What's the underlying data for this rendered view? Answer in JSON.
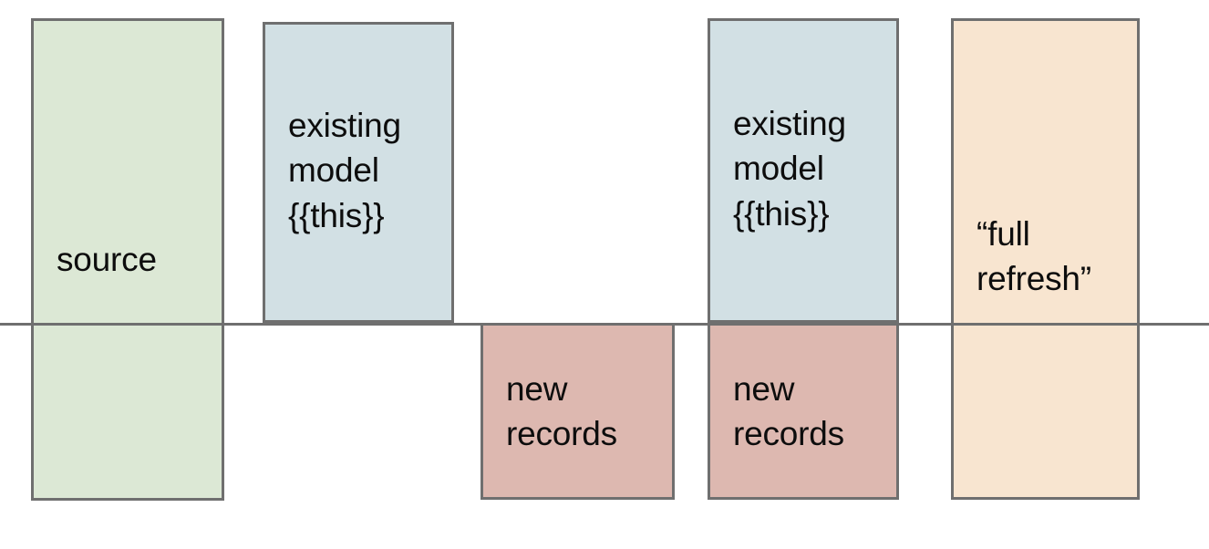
{
  "diagram": {
    "title": "incremental model full refresh diagram",
    "baseline": {
      "name": "horizontal-divider-line",
      "color": "#6f6f6f"
    },
    "palette": {
      "source_fill": "#dce8d5",
      "existing_model_fill": "#d2e0e4",
      "new_records_fill": "#ddb8b0",
      "full_refresh_fill": "#f8e5d0",
      "stroke": "#6f6f6f",
      "text": "#0d0d0d",
      "background": "#ffffff"
    },
    "boxes": [
      {
        "id": "source",
        "label": "source",
        "fill": "#dce8d5",
        "position": "spans-line"
      },
      {
        "id": "existing-model-1",
        "label": "existing\nmodel\n{{this}}",
        "fill": "#d2e0e4",
        "position": "above-line"
      },
      {
        "id": "new-records-1",
        "label": "new\nrecords",
        "fill": "#ddb8b0",
        "position": "below-line"
      },
      {
        "id": "existing-model-2",
        "label": "existing\nmodel\n{{this}}",
        "fill": "#d2e0e4",
        "position": "above-line"
      },
      {
        "id": "new-records-2",
        "label": "new\nrecords",
        "fill": "#ddb8b0",
        "position": "below-line"
      },
      {
        "id": "full-refresh",
        "label": "“full\nrefresh”",
        "fill": "#f8e5d0",
        "position": "spans-line"
      }
    ]
  }
}
